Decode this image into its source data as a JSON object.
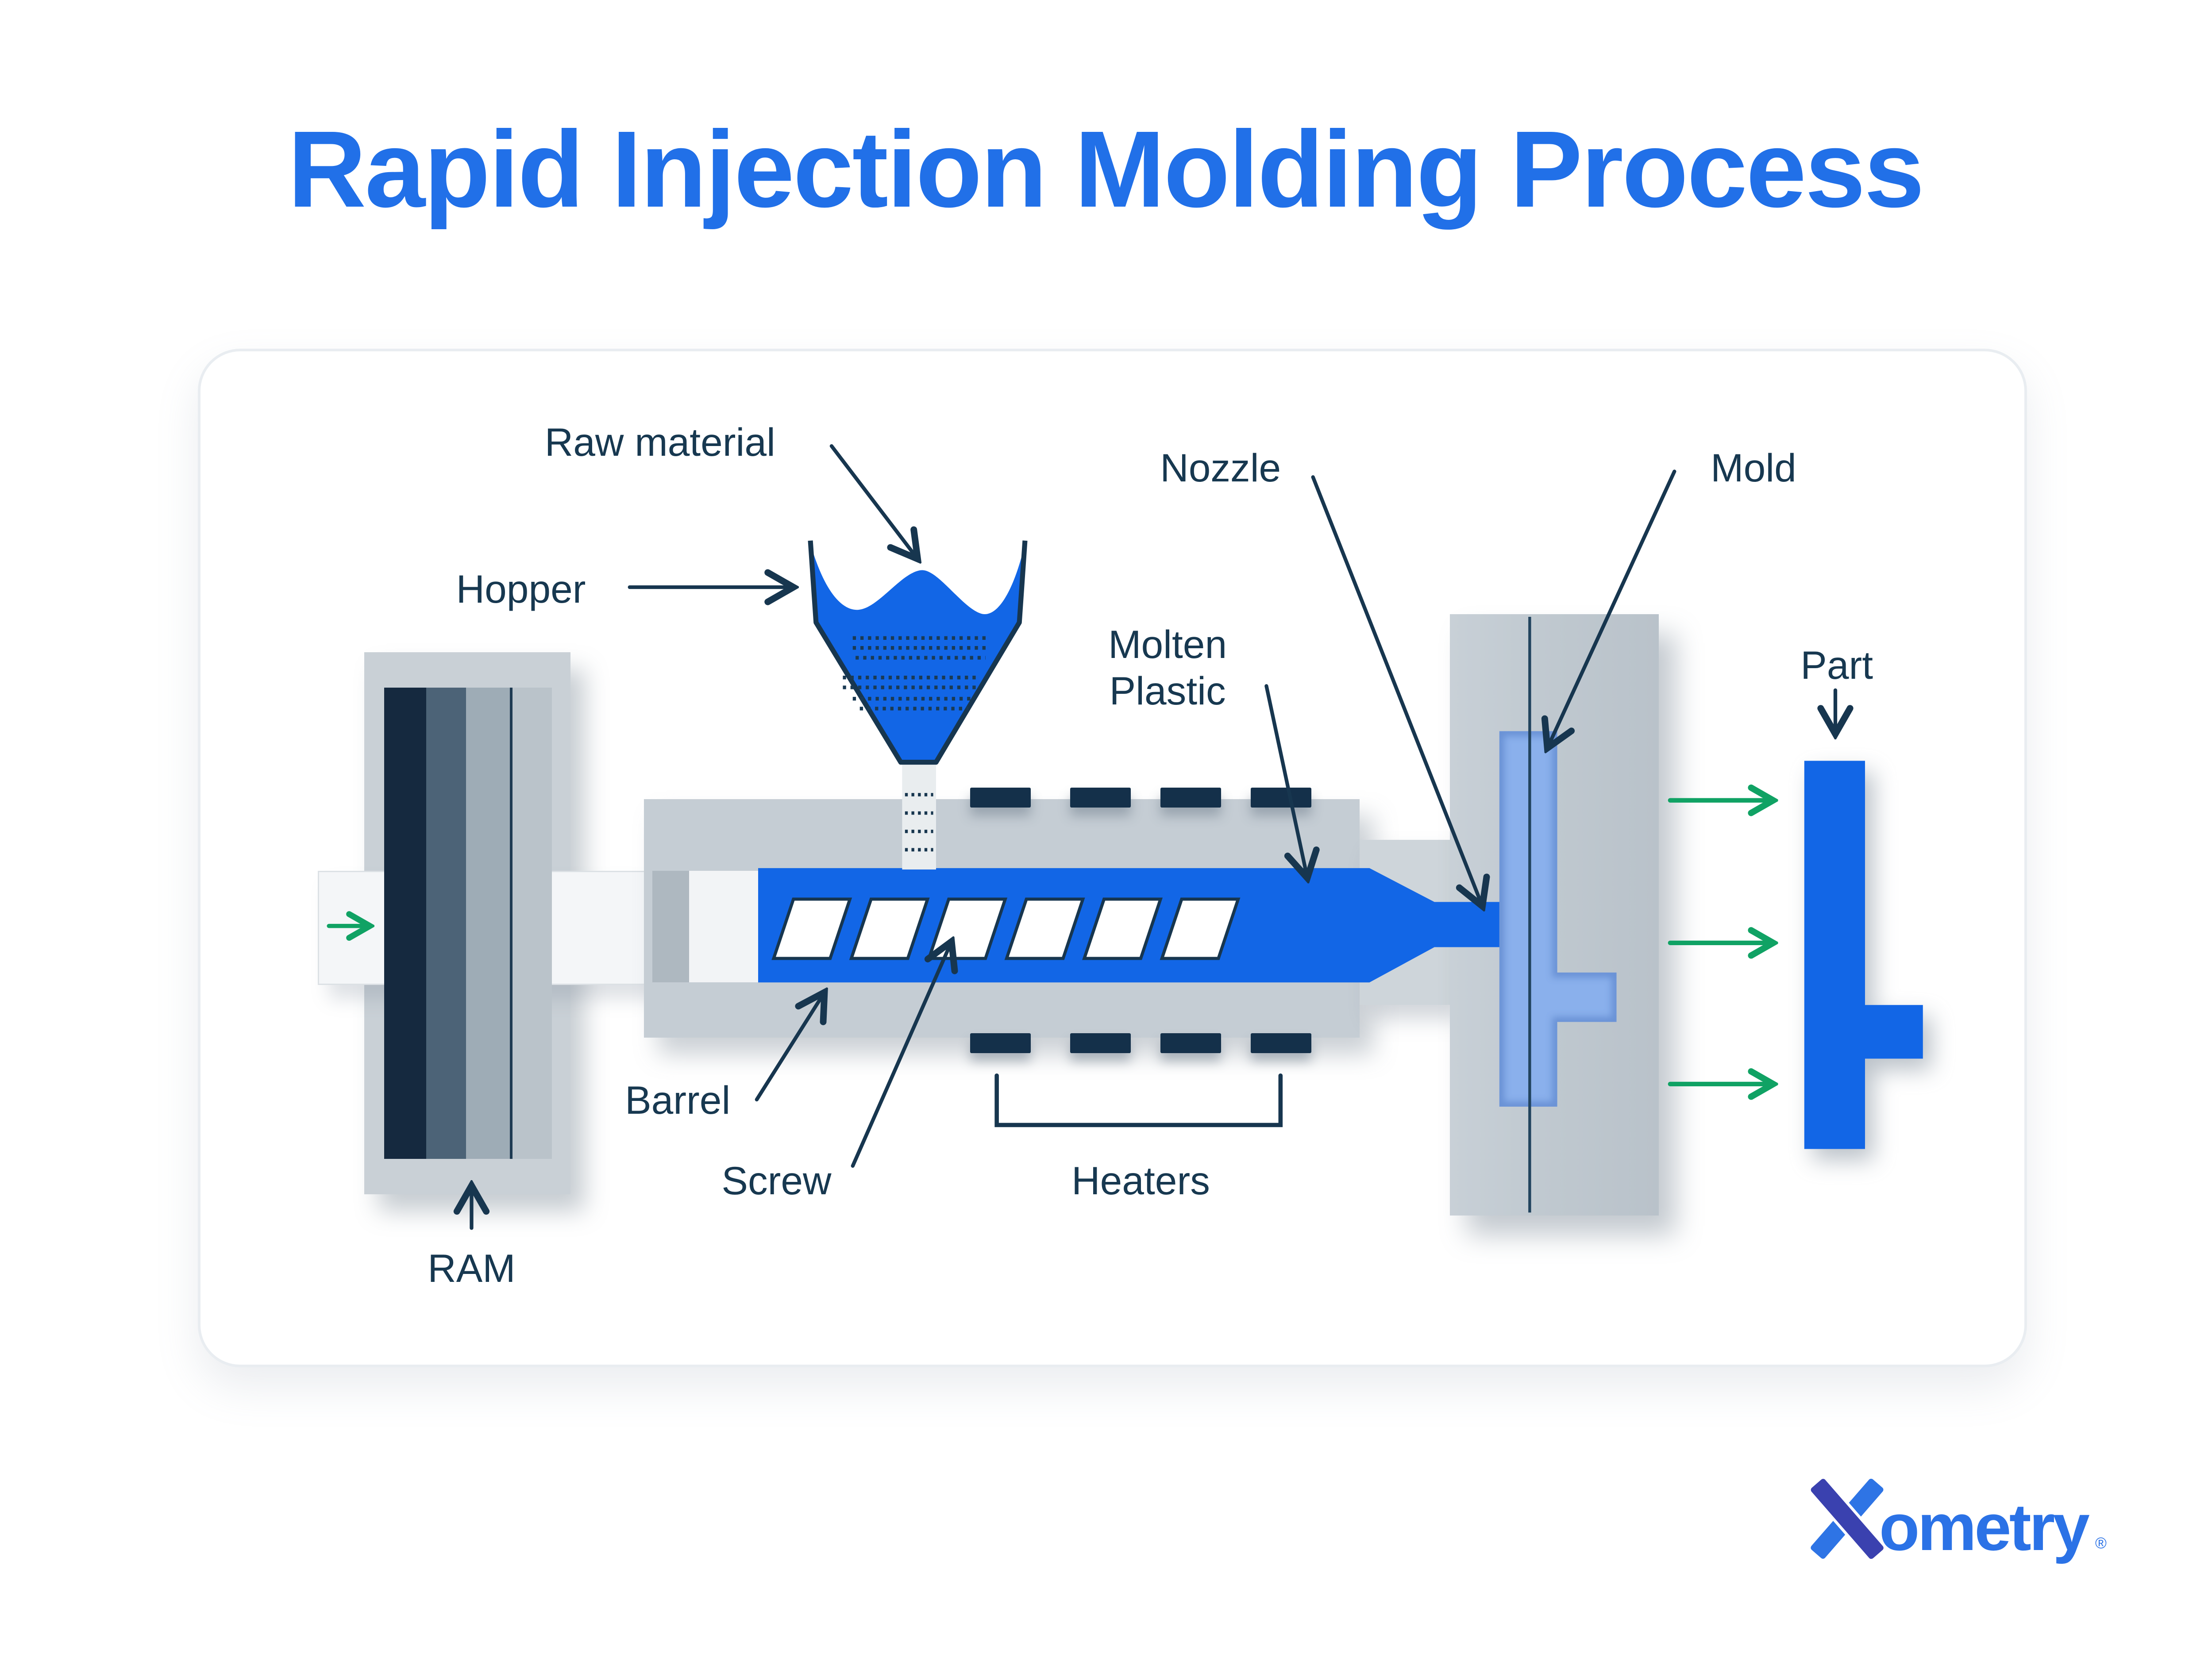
{
  "title": "Rapid Injection Molding Process",
  "labels": {
    "raw_material": "Raw material",
    "hopper": "Hopper",
    "nozzle": "Nozzle",
    "mold": "Mold",
    "molten_plastic_line1": "Molten",
    "molten_plastic_line2": "Plastic",
    "part": "Part",
    "barrel": "Barrel",
    "screw": "Screw",
    "heaters": "Heaters",
    "ram": "RAM"
  },
  "logo": {
    "mark": "xometry-x-mark",
    "wordmark": "ometry",
    "registered": "®"
  },
  "colors": {
    "title_blue": "#2170E8",
    "label_navy": "#173850",
    "molten_blue": "#1266E6",
    "cavity_blue": "#8AB0EC",
    "machine_gray": "#C5CDD4",
    "dark_stripe_navy": "#15293F",
    "heater_navy": "#14304A",
    "green_arrow": "#10A264",
    "logo_indigo": "#3A41AF",
    "logo_blue": "#2E74E5"
  }
}
